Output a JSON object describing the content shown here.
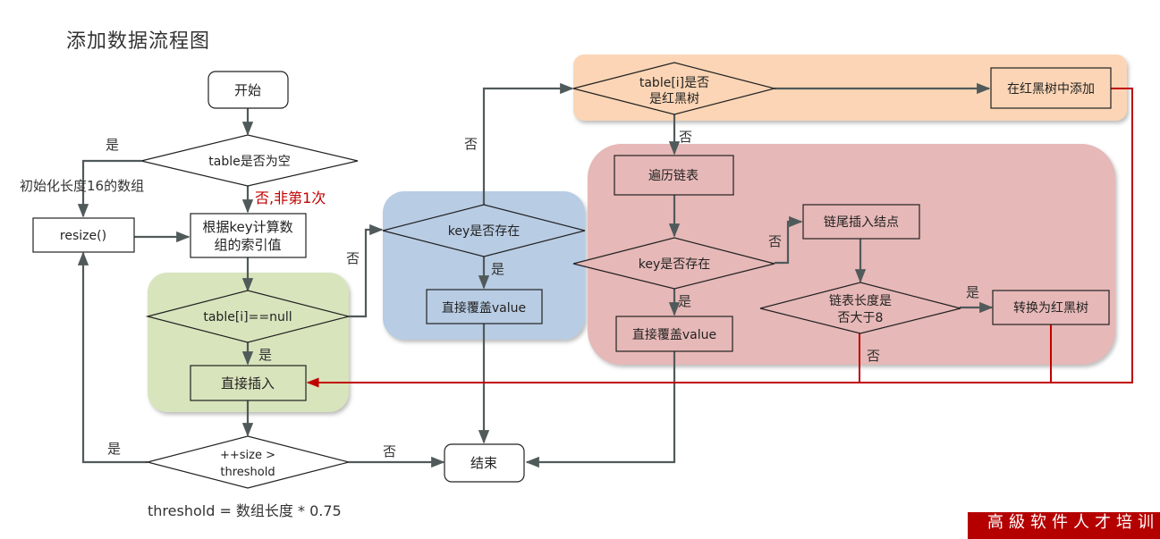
{
  "title": "添加数据流程图",
  "nodes": {
    "start": "开始",
    "table_empty": "table是否为空",
    "resize": "resize()",
    "calc_index_line1": "根据key计算数",
    "calc_index_line2": "组的索引值",
    "table_i_null": "table[i]==null",
    "direct_insert": "直接插入",
    "size_check_line1": "++size >",
    "size_check_line2": "threshold",
    "end": "结束",
    "key_exists_1": "key是否存在",
    "overwrite_1": "直接覆盖value",
    "is_tree_line1": "table[i]是否",
    "is_tree_line2": "是红黑树",
    "tree_add": "在红黑树中添加",
    "traverse_list": "遍历链表",
    "key_exists_2": "key是否存在",
    "overwrite_2": "直接覆盖value",
    "tail_insert": "链尾插入结点",
    "len_check_line1": "链表长度是",
    "len_check_line2": "否大于8",
    "to_tree": "转换为红黑树"
  },
  "edge_labels": {
    "empty_yes": "是",
    "init_array": "初始化长度16的数组",
    "not_empty": "否,非第1次",
    "null_yes": "是",
    "null_no": "否",
    "key1_yes": "是",
    "key1_no": "否",
    "tree_no": "否",
    "key2_yes": "是",
    "key2_no": "否",
    "len_yes": "是",
    "len_no": "否",
    "size_yes": "是",
    "size_no": "否"
  },
  "note": "threshold = 数组长度 * 0.75",
  "banner": "高級软件人才培训",
  "colors": {
    "green_panel": "#d8e4bc",
    "blue_panel": "#b8cce4",
    "orange_panel": "#fbd5b5",
    "pink_panel": "#e6b8b7",
    "arrow": "#505a5a",
    "red_line": "#c00000"
  }
}
